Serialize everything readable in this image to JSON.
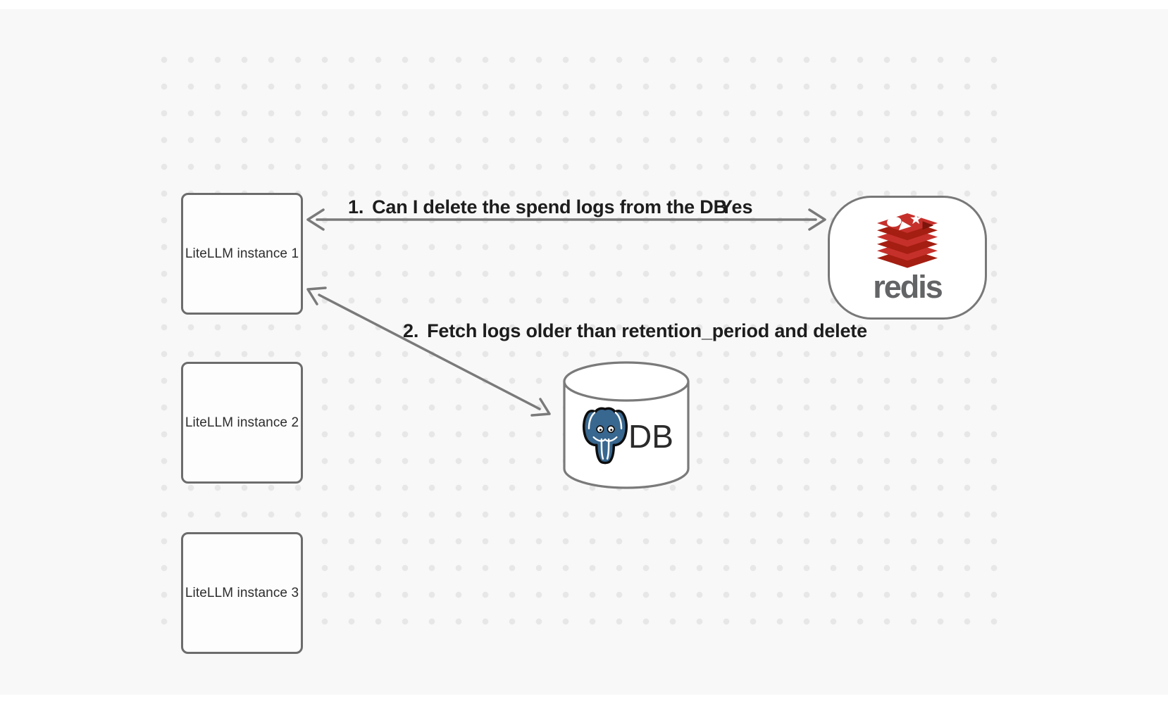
{
  "canvas": {
    "background_color": "#f8f8f8",
    "dot_color": "#e7e7e7",
    "arrow_color": "#7a7a7a",
    "shape_border_color": "#6c6c6c"
  },
  "nodes": {
    "instances": [
      {
        "label": "LiteLLM instance 1"
      },
      {
        "label": "LiteLLM instance 2"
      },
      {
        "label": "LiteLLM instance 3"
      }
    ],
    "redis": {
      "wordmark": "redis",
      "icon": "redis-logo-icon",
      "logo_red": "#c6302b",
      "logo_red_dark": "#a41e11",
      "wordmark_color": "#636466"
    },
    "db": {
      "label": "DB",
      "icon": "postgresql-elephant-icon",
      "shape": "database-cylinder",
      "elephant_blue": "#38678f"
    }
  },
  "edges": [
    {
      "number": "1.",
      "label": "Can I delete the spend logs from the DB",
      "response": "Yes"
    },
    {
      "number": "2.",
      "label": "Fetch logs older than retention_period and delete"
    }
  ]
}
